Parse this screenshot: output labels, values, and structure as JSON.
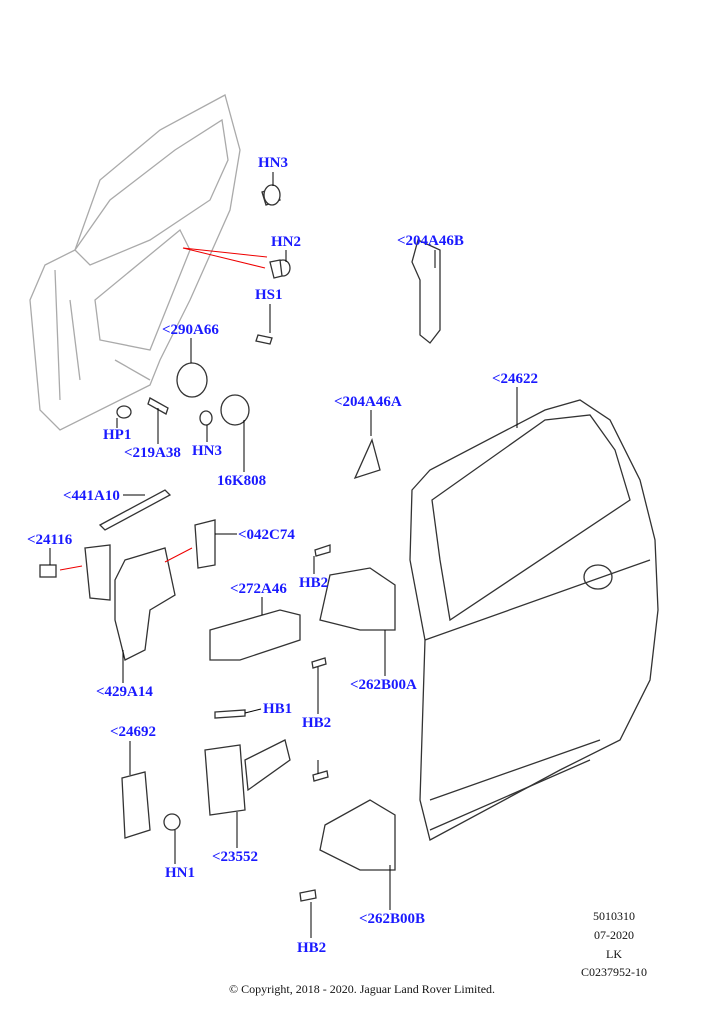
{
  "callouts": [
    "HN3",
    "HN2",
    "HS1",
    "<204A46B",
    "<290A66",
    "HP1",
    "<219A38",
    "HN3",
    "16K808",
    "<204A46A",
    "<24622",
    "<441A10",
    "<24116",
    "<042C74",
    "HB2",
    "<272A46",
    "<262B00A",
    "<429A14",
    "HB1",
    "HB2",
    "<24692",
    "<23552",
    "HN1",
    "<262B00B",
    "HB2"
  ],
  "reference": {
    "code": "5010310",
    "date": "07-2020",
    "region": "LK",
    "illustration": "C0237952-10"
  },
  "copyright": "© Copyright, 2018 - 2020. Jaguar Land Rover Limited.",
  "colors": {
    "label": "#1a1aff",
    "leader": "#000000",
    "highlight": "#e00000",
    "part_line": "#333333",
    "door_line": "#aaaaaa"
  }
}
